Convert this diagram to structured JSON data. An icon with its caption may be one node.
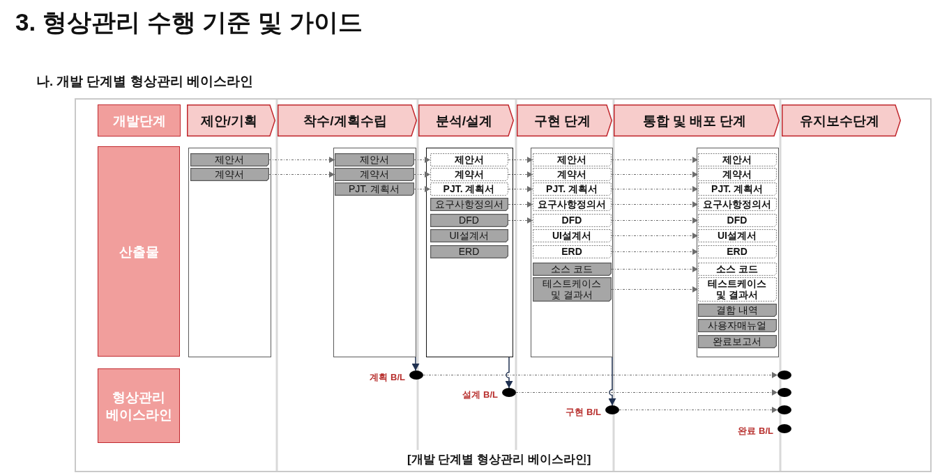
{
  "diagram": {
    "title": "3. 형상관리 수행 기준 및 가이드",
    "caption": "[개발 단계별 형상관리 베이스라인]",
    "nodes": [
      {
        "text": [
          "개발단계"
        ]
      },
      {
        "text": [
          "제안/기획"
        ]
      },
      {
        "text": [
          "착수/계획수립"
        ]
      },
      {
        "text": [
          "분석/설계"
        ]
      },
      {
        "text": [
          "구현 단계"
        ]
      },
      {
        "text": [
          "통합 및 배포 단계"
        ]
      },
      {
        "text": [
          "유지보수단계"
        ]
      },
      {
        "text": [
          "산출물"
        ]
      },
      {
        "text": [],
        "shape": "box"
      },
      {
        "text": [
          "제안서"
        ],
        "in": 8
      },
      {
        "text": [
          "계약서"
        ],
        "in": 8
      },
      {
        "text": [],
        "shape": "box"
      },
      {
        "text": [
          "제안서"
        ],
        "in": 11
      },
      {
        "text": [
          "계약서"
        ],
        "in": 11
      },
      {
        "text": [
          "PJT. 계획서"
        ],
        "in": 11
      },
      {
        "text": [],
        "shape": "box"
      },
      {
        "text": [
          "제안서"
        ],
        "in": 15
      },
      {
        "text": [
          "계약서"
        ],
        "in": 15
      },
      {
        "text": [
          "PJT. 계획서"
        ],
        "in": 15
      },
      {
        "text": [
          "요구사항정의서"
        ],
        "in": 15
      },
      {
        "text": [
          "DFD"
        ],
        "in": 15
      },
      {
        "text": [
          "UI설계서"
        ],
        "in": 15
      },
      {
        "text": [
          "ERD"
        ],
        "in": 15
      },
      {
        "text": [],
        "shape": "box"
      },
      {
        "text": [
          "제안서"
        ],
        "in": 23
      },
      {
        "text": [
          "계약서"
        ],
        "in": 23
      },
      {
        "text": [
          "PJT. 계획서"
        ],
        "in": 23
      },
      {
        "text": [
          "요구사항정의서"
        ],
        "in": 23
      },
      {
        "text": [
          "DFD"
        ],
        "in": 23
      },
      {
        "text": [
          "UI설계서"
        ],
        "in": 23
      },
      {
        "text": [
          "ERD"
        ],
        "in": 23
      },
      {
        "text": [
          "소스 코드"
        ],
        "in": 23
      },
      {
        "text": [
          "테스트케이스 및 결과서"
        ],
        "in": 23
      },
      {
        "text": [],
        "shape": "box"
      },
      {
        "text": [
          "제안서"
        ],
        "in": 33
      },
      {
        "text": [
          "계약서"
        ],
        "in": 33
      },
      {
        "text": [
          "PJT. 계획서"
        ],
        "in": 33
      },
      {
        "text": [
          "요구사항정의서"
        ],
        "in": 33
      },
      {
        "text": [
          "DFD"
        ],
        "in": 33
      },
      {
        "text": [
          "UI설계서"
        ],
        "in": 33
      },
      {
        "text": [
          "ERD"
        ],
        "in": 33
      },
      {
        "text": [
          "소스 코드"
        ],
        "in": 33
      },
      {
        "text": [
          "테스트케이스 및 결과서"
        ],
        "in": 33
      },
      {
        "text": [
          "결함 내역"
        ],
        "in": 33
      },
      {
        "text": [
          "사용자매뉴얼"
        ],
        "in": 33
      },
      {
        "text": [
          "완료보고서"
        ],
        "in": 33
      },
      {
        "text": [
          "형상관리 베이스라인"
        ]
      },
      {
        "text": [],
        "shape": "circle",
        "beside": [
          "계획 B/L"
        ]
      },
      {
        "text": [],
        "shape": "circle",
        "beside": [
          "설계 B/L"
        ]
      },
      {
        "text": [],
        "shape": "circle",
        "beside": [
          "구현 B/L"
        ]
      },
      {
        "text": [],
        "shape": "circle"
      },
      {
        "text": [],
        "shape": "circle"
      },
      {
        "text": [],
        "shape": "circle"
      },
      {
        "text": [],
        "shape": "circle",
        "beside": [
          "완료 B/L"
        ]
      }
    ],
    "edges": [
      {
        "from": 9,
        "to": 12,
        "arrow": "to",
        "style": "dashed"
      },
      {
        "from": 10,
        "to": 13,
        "arrow": "to",
        "style": "dashed"
      },
      {
        "from": 12,
        "to": 16,
        "arrow": "to",
        "style": "dashed"
      },
      {
        "from": 13,
        "to": 17,
        "arrow": "to",
        "style": "dashed"
      },
      {
        "from": 14,
        "to": 18,
        "arrow": "to",
        "style": "dashed"
      },
      {
        "from": 16,
        "to": 24,
        "arrow": "to",
        "style": "dashed"
      },
      {
        "from": 17,
        "to": 25,
        "arrow": "to",
        "style": "dashed"
      },
      {
        "from": 18,
        "to": 26,
        "arrow": "to",
        "style": "dashed"
      },
      {
        "from": 19,
        "to": 27,
        "arrow": "to",
        "style": "dashed"
      },
      {
        "from": 20,
        "to": 28,
        "arrow": "to",
        "style": "dashed"
      },
      {
        "from": 24,
        "to": 34,
        "arrow": "to",
        "style": "dashed"
      },
      {
        "from": 25,
        "to": 35,
        "arrow": "to",
        "style": "dashed"
      },
      {
        "from": 26,
        "to": 36,
        "arrow": "to",
        "style": "dashed"
      },
      {
        "from": 27,
        "to": 37,
        "arrow": "to",
        "style": "dashed"
      },
      {
        "from": 28,
        "to": 38,
        "arrow": "to",
        "style": "dashed"
      },
      {
        "from": 29,
        "to": 39,
        "arrow": "to",
        "style": "dashed"
      },
      {
        "from": 30,
        "to": 40,
        "arrow": "to",
        "style": "dashed"
      },
      {
        "from": 31,
        "to": 41,
        "arrow": "to",
        "style": "dashed"
      },
      {
        "from": 32,
        "to": 42,
        "arrow": "to",
        "style": "dashed"
      },
      {
        "from": 11,
        "to": 47,
        "arrow": "to",
        "color": "#1f3050"
      },
      {
        "from": 15,
        "to": 48,
        "arrow": "to",
        "color": "#1f3050"
      },
      {
        "from": 23,
        "to": 49,
        "arrow": "to",
        "color": "#1f3050"
      },
      {
        "from": 47,
        "to": 50,
        "arrow": "to",
        "style": "dashed"
      },
      {
        "from": 48,
        "to": 51,
        "arrow": "to",
        "style": "dashed"
      },
      {
        "from": 49,
        "to": 52,
        "arrow": "to",
        "style": "dashed"
      }
    ],
    "labels": [
      "나. 개발 단계별 형상관리 베이스라인"
    ]
  }
}
